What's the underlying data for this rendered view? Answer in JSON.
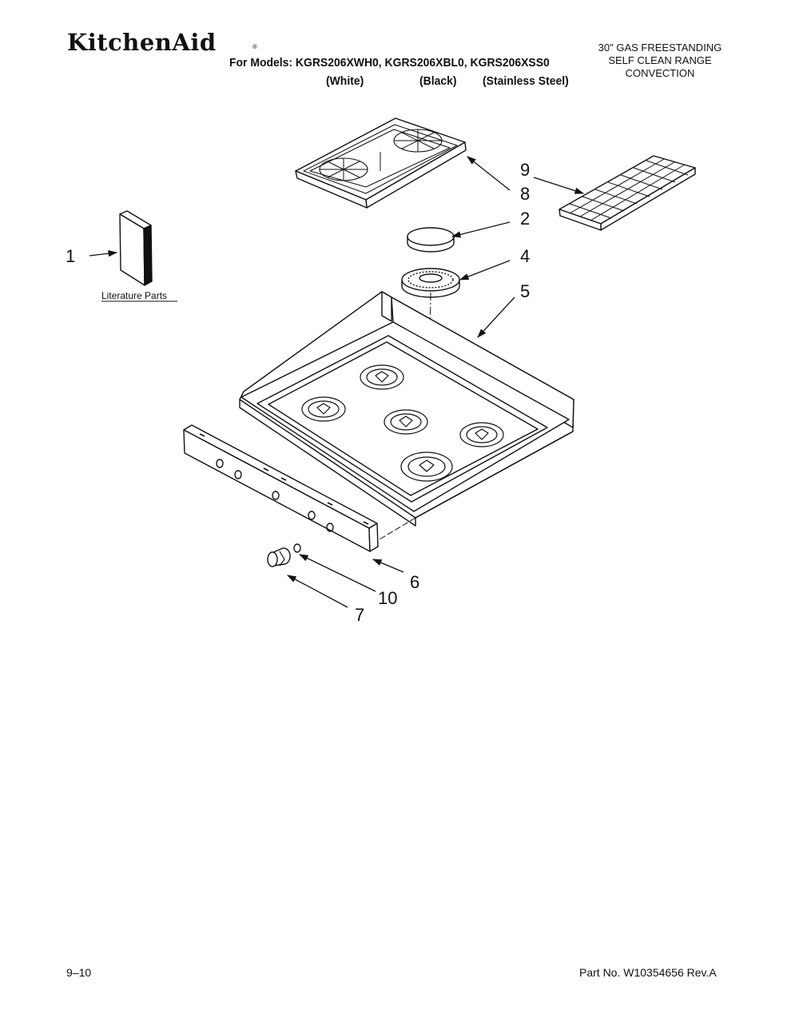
{
  "header": {
    "brand": "KitchenAid",
    "brand_mark": "®",
    "models_line": "For Models: KGRS206XWH0, KGRS206XBL0, KGRS206XSS0",
    "variant_white": "(White)",
    "variant_black": "(Black)",
    "variant_stainless": "(Stainless Steel)",
    "product_line1": "30\" GAS FREESTANDING",
    "product_line2": "SELF CLEAN RANGE",
    "product_line3": "CONVECTION"
  },
  "diagram": {
    "literature_caption": "Literature Parts",
    "callouts": {
      "c1": "1",
      "c2": "2",
      "c4": "4",
      "c5": "5",
      "c6": "6",
      "c7": "7",
      "c8": "8",
      "c9": "9",
      "c10": "10"
    }
  },
  "footer": {
    "page_ref": "9–10",
    "part_no": "Part No. W10354656 Rev.A"
  }
}
